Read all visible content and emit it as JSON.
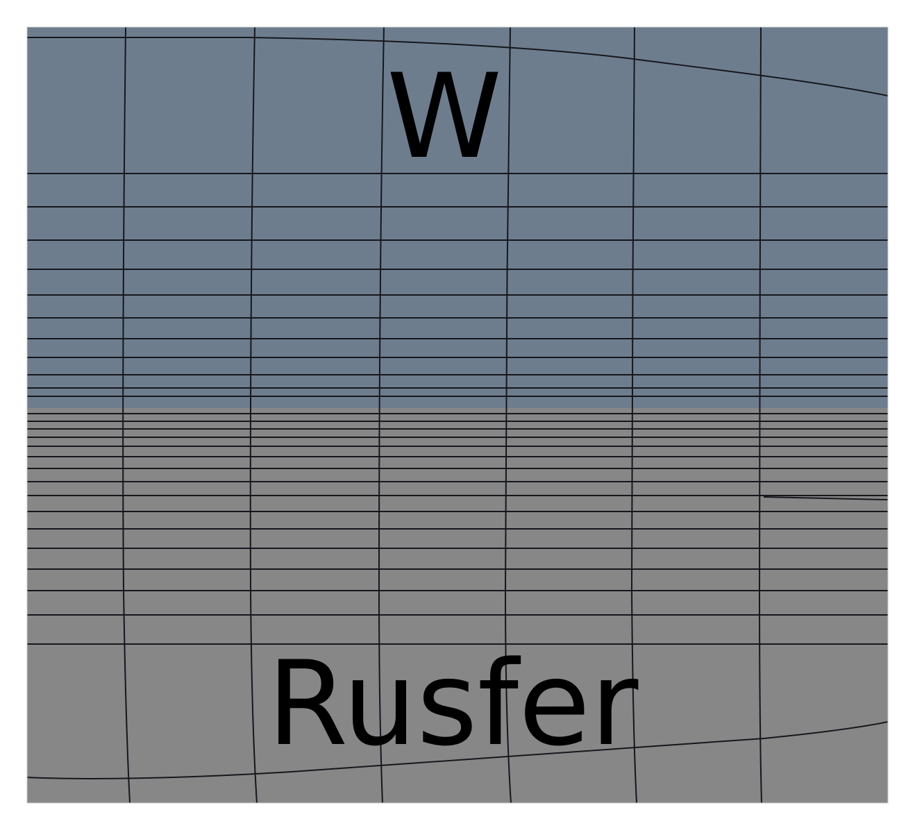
{
  "diagram": {
    "regions": [
      {
        "id": "upper",
        "label": "W",
        "fill": "#6e7d8e"
      },
      {
        "id": "lower",
        "label": "Rusfer",
        "fill": "#878787"
      }
    ],
    "mesh": {
      "line_color": "#15171c",
      "frame_color": "#c8c8c8"
    }
  }
}
